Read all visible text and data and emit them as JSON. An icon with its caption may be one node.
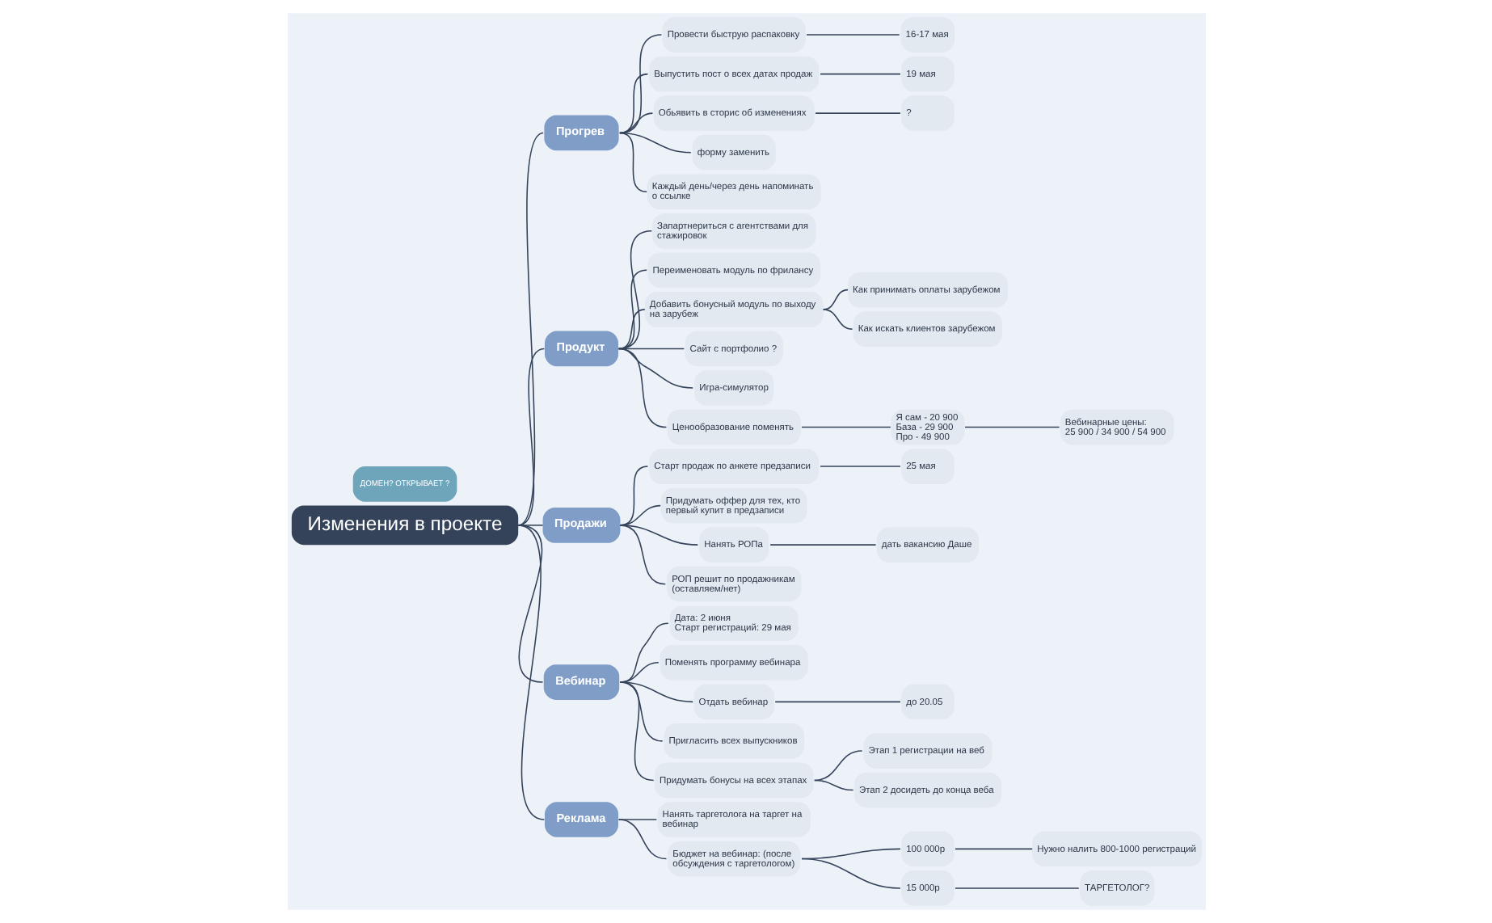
{
  "diagram": {
    "nodes": [
      {
        "text": [
          "Изменения в проекте"
        ]
      },
      {
        "text": [
          "ДОМЕН? ОТКРЫВАЕТ ?"
        ]
      },
      {
        "text": [
          "Прогрев"
        ]
      },
      {
        "text": [
          "Провести быструю распаковку"
        ]
      },
      {
        "text": [
          "16-17 мая"
        ]
      },
      {
        "text": [
          "Выпустить пост о всех датах продаж"
        ]
      },
      {
        "text": [
          "19 мая"
        ]
      },
      {
        "text": [
          "Обьявить в сторис об изменениях"
        ]
      },
      {
        "text": [
          "?"
        ]
      },
      {
        "text": [
          "форму заменить"
        ]
      },
      {
        "text": [
          "Каждый день/через день напоминать о ссылке"
        ]
      },
      {
        "text": [
          "Продукт"
        ]
      },
      {
        "text": [
          "Запартнериться с агентствами для стажировок"
        ]
      },
      {
        "text": [
          "Переименовать модуль по фрилансу"
        ]
      },
      {
        "text": [
          "Добавить бонусный модуль по выходу на зарубеж"
        ]
      },
      {
        "text": [
          "Как принимать оплаты зарубежом"
        ]
      },
      {
        "text": [
          "Как искать клиентов зарубежом"
        ]
      },
      {
        "text": [
          "Сайт с портфолио ?"
        ]
      },
      {
        "text": [
          "Игра-симулятор"
        ]
      },
      {
        "text": [
          "Ценообразование поменять"
        ]
      },
      {
        "text": [
          "Я сам - 20 900 База - 29 900 Про - 49 900"
        ]
      },
      {
        "text": [
          "Вебинарные цены: 25 900 / 34 900 / 54 900"
        ]
      },
      {
        "text": [
          "Продажи"
        ]
      },
      {
        "text": [
          "Старт продаж по анкете предзаписи"
        ]
      },
      {
        "text": [
          "25 мая"
        ]
      },
      {
        "text": [
          "Придумать оффер для тех, кто первый купит в предзаписи"
        ]
      },
      {
        "text": [
          "Нанять РОПа"
        ]
      },
      {
        "text": [
          "дать вакансию Даше"
        ]
      },
      {
        "text": [
          "РОП решит по продажникам (оставляем/нет)"
        ]
      },
      {
        "text": [
          "Вебинар"
        ]
      },
      {
        "text": [
          "Дата: 2 июня Старт регистраций: 29 мая"
        ]
      },
      {
        "text": [
          "Поменять программу вебинара"
        ]
      },
      {
        "text": [
          "Отдать вебинар"
        ]
      },
      {
        "text": [
          "до 20.05"
        ]
      },
      {
        "text": [
          "Пригласить всех выпускников"
        ]
      },
      {
        "text": [
          "Придумать бонусы на всех этапах"
        ]
      },
      {
        "text": [
          "Этап 1 регистрации на веб"
        ]
      },
      {
        "text": [
          "Этап 2 досидеть до конца веба"
        ]
      },
      {
        "text": [
          "Реклама"
        ]
      },
      {
        "text": [
          "Нанять таргетолога на таргет на вебинар"
        ]
      },
      {
        "text": [
          "Бюджет на вебинар: (после обсуждения с таргетологом)"
        ]
      },
      {
        "text": [
          "100 000р"
        ]
      },
      {
        "text": [
          "Нужно налить 800-1000 регистраций"
        ]
      },
      {
        "text": [
          "15 000р"
        ]
      },
      {
        "text": [
          "ТАРГЕТОЛОГ?"
        ]
      }
    ],
    "edges": [
      {
        "from": 0,
        "to": 2,
        "arrow": "none"
      },
      {
        "from": 0,
        "to": 11,
        "arrow": "none"
      },
      {
        "from": 0,
        "to": 22,
        "arrow": "none"
      },
      {
        "from": 0,
        "to": 29,
        "arrow": "none"
      },
      {
        "from": 0,
        "to": 38,
        "arrow": "none"
      },
      {
        "from": 2,
        "to": 3,
        "arrow": "none"
      },
      {
        "from": 3,
        "to": 4,
        "arrow": "none"
      },
      {
        "from": 2,
        "to": 5,
        "arrow": "none"
      },
      {
        "from": 5,
        "to": 6,
        "arrow": "none"
      },
      {
        "from": 2,
        "to": 7,
        "arrow": "none"
      },
      {
        "from": 7,
        "to": 8,
        "arrow": "none"
      },
      {
        "from": 2,
        "to": 9,
        "arrow": "none"
      },
      {
        "from": 2,
        "to": 10,
        "arrow": "none"
      },
      {
        "from": 11,
        "to": 12,
        "arrow": "none"
      },
      {
        "from": 11,
        "to": 13,
        "arrow": "none"
      },
      {
        "from": 11,
        "to": 14,
        "arrow": "none"
      },
      {
        "from": 14,
        "to": 15,
        "arrow": "none"
      },
      {
        "from": 14,
        "to": 16,
        "arrow": "none"
      },
      {
        "from": 11,
        "to": 17,
        "arrow": "none"
      },
      {
        "from": 11,
        "to": 18,
        "arrow": "none"
      },
      {
        "from": 11,
        "to": 19,
        "arrow": "none"
      },
      {
        "from": 19,
        "to": 20,
        "arrow": "none"
      },
      {
        "from": 20,
        "to": 21,
        "arrow": "none"
      },
      {
        "from": 22,
        "to": 23,
        "arrow": "none"
      },
      {
        "from": 23,
        "to": 24,
        "arrow": "none"
      },
      {
        "from": 22,
        "to": 25,
        "arrow": "none"
      },
      {
        "from": 22,
        "to": 26,
        "arrow": "none"
      },
      {
        "from": 26,
        "to": 27,
        "arrow": "none"
      },
      {
        "from": 22,
        "to": 28,
        "arrow": "none"
      },
      {
        "from": 29,
        "to": 30,
        "arrow": "none"
      },
      {
        "from": 29,
        "to": 31,
        "arrow": "none"
      },
      {
        "from": 29,
        "to": 32,
        "arrow": "none"
      },
      {
        "from": 32,
        "to": 33,
        "arrow": "none"
      },
      {
        "from": 29,
        "to": 34,
        "arrow": "none"
      },
      {
        "from": 29,
        "to": 35,
        "arrow": "none"
      },
      {
        "from": 35,
        "to": 36,
        "arrow": "none"
      },
      {
        "from": 35,
        "to": 37,
        "arrow": "none"
      },
      {
        "from": 38,
        "to": 39,
        "arrow": "none"
      },
      {
        "from": 38,
        "to": 40,
        "arrow": "none"
      },
      {
        "from": 40,
        "to": 41,
        "arrow": "none"
      },
      {
        "from": 41,
        "to": 42,
        "arrow": "none"
      },
      {
        "from": 40,
        "to": 43,
        "arrow": "none"
      },
      {
        "from": 43,
        "to": 44,
        "arrow": "none"
      }
    ]
  }
}
